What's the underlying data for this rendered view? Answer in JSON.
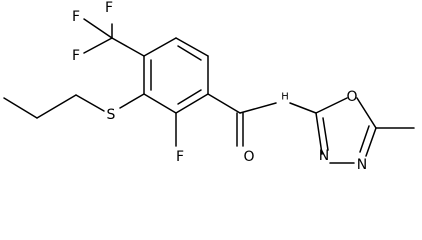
{
  "structure": {
    "atoms": {
      "f_top": "F",
      "f_left": "F",
      "f_lower": "F",
      "sulfur": "S",
      "fluoro": "F",
      "amide_nh": "H",
      "carbonyl_o": "O",
      "ring_o": "O",
      "ring_n_left": "N",
      "ring_n_right": "N"
    }
  }
}
